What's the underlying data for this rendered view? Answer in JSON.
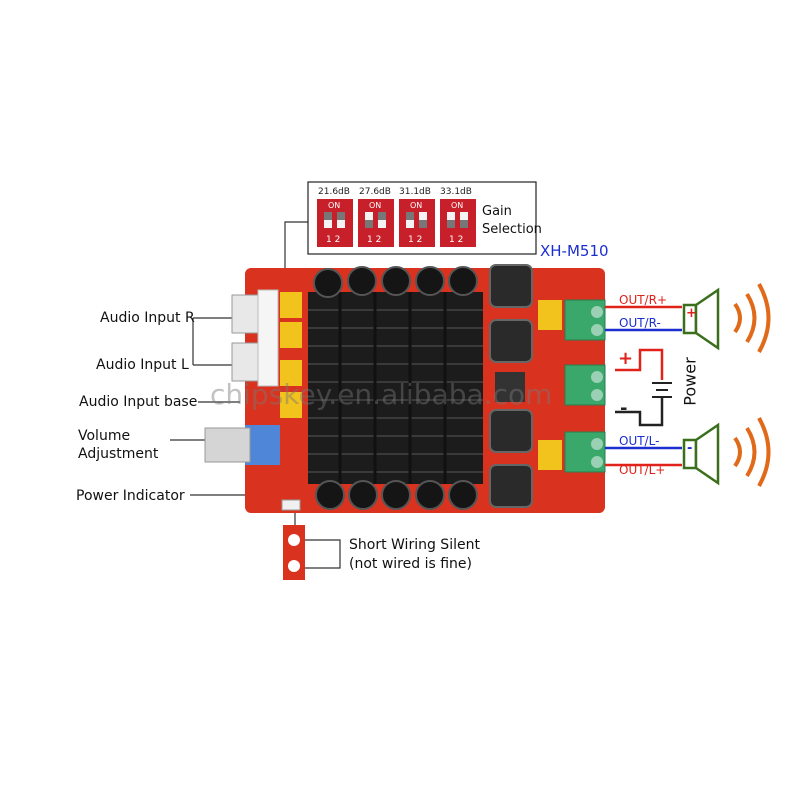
{
  "gain": {
    "options": [
      {
        "db": "21.6dB",
        "on": "ON",
        "pins": "1 2"
      },
      {
        "db": "27.6dB",
        "on": "ON",
        "pins": "1 2"
      },
      {
        "db": "31.1dB",
        "on": "ON",
        "pins": "1 2"
      },
      {
        "db": "33.1dB",
        "on": "ON",
        "pins": "1 2"
      }
    ],
    "label_line1": "Gain",
    "label_line2": "Selection"
  },
  "model": "XH-M510",
  "left_labels": {
    "audio_input_r": "Audio Input R",
    "audio_input_l": "Audio Input L",
    "audio_input_base": "Audio Input base",
    "volume_line1": "Volume",
    "volume_line2": "Adjustment",
    "power_indicator": "Power Indicator"
  },
  "outputs": {
    "out_r_plus": "OUT/R+",
    "out_r_minus": "OUT/R-",
    "out_l_minus": "OUT/L-",
    "out_l_plus": "OUT/L+"
  },
  "power": {
    "label": "Power",
    "plus": "+",
    "minus": "-"
  },
  "silent": {
    "line1": "Short Wiring Silent",
    "line2": "(not wired is fine)"
  },
  "watermark": "chipskey.en.alibaba.com",
  "colors": {
    "pcb_red": "#d9331f",
    "heatsink": "#1c1c1c",
    "dip_red": "#c8202a",
    "wire_red": "#e0221b",
    "wire_blue": "#1b2fd0",
    "terminal_green": "#3aa86b",
    "speaker_green": "#3a6f1c",
    "wave_orange": "#e06a1a"
  }
}
